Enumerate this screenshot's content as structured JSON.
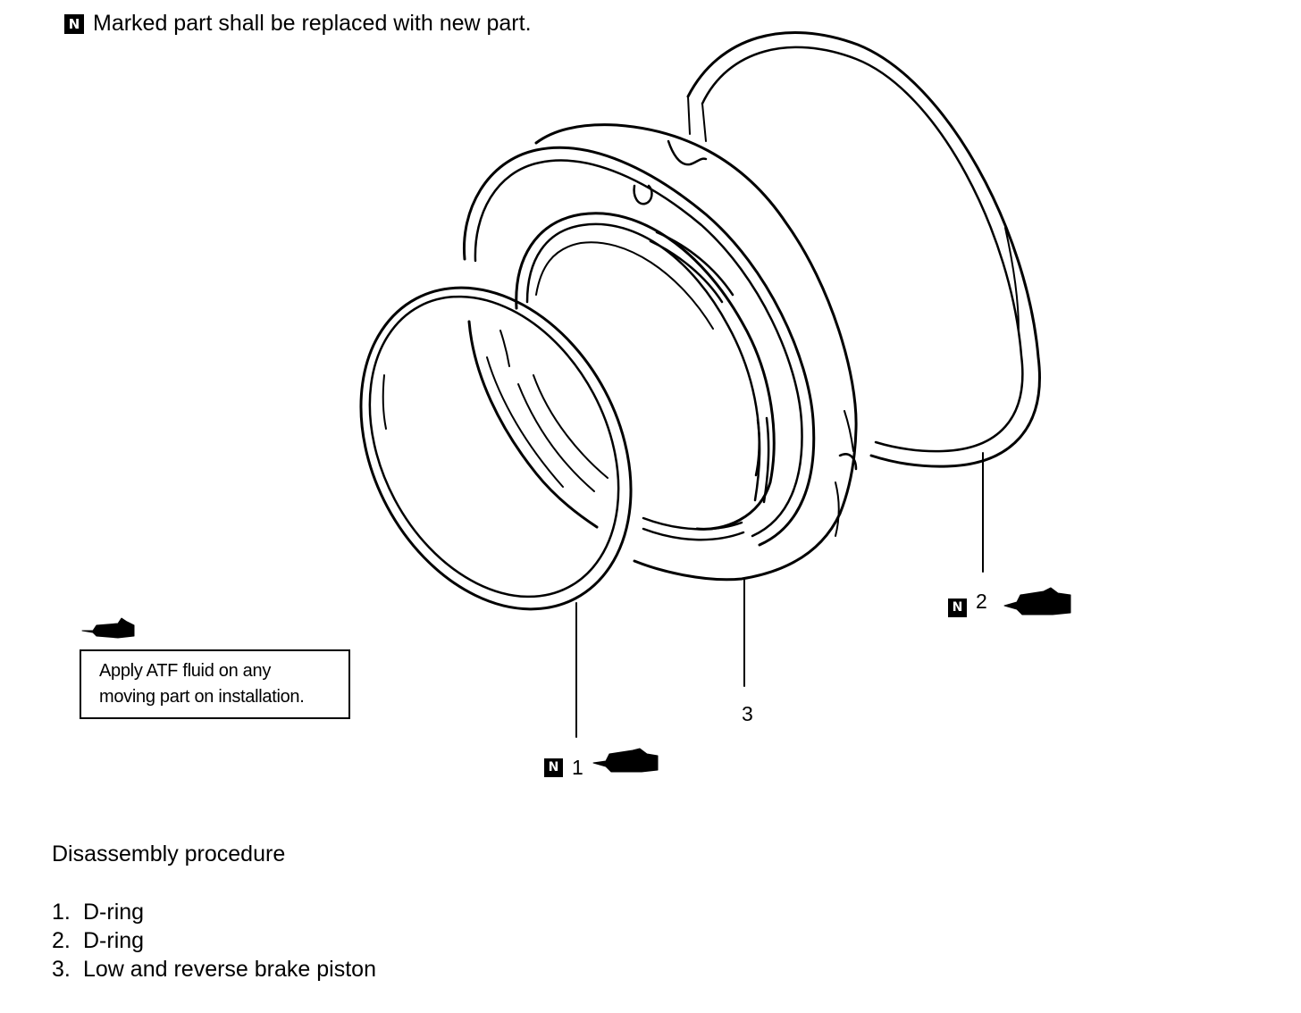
{
  "header": {
    "badge": "N",
    "text": "Marked part shall be replaced with new part."
  },
  "note": {
    "icon": "atf-fluid-icon",
    "line1": "Apply ATF fluid on any",
    "line2": "moving part on installation."
  },
  "callouts": {
    "part1": {
      "badge": "N",
      "number": "1",
      "icon": "atf-fluid-icon"
    },
    "part2": {
      "badge": "N",
      "number": "2",
      "icon": "atf-fluid-icon"
    },
    "part3": {
      "number": "3"
    }
  },
  "procedure": {
    "title": "Disassembly procedure",
    "items": [
      {
        "index": "1.",
        "label": "D-ring"
      },
      {
        "index": "2.",
        "label": "D-ring"
      },
      {
        "index": "3.",
        "label": "Low and reverse brake piston"
      }
    ]
  }
}
